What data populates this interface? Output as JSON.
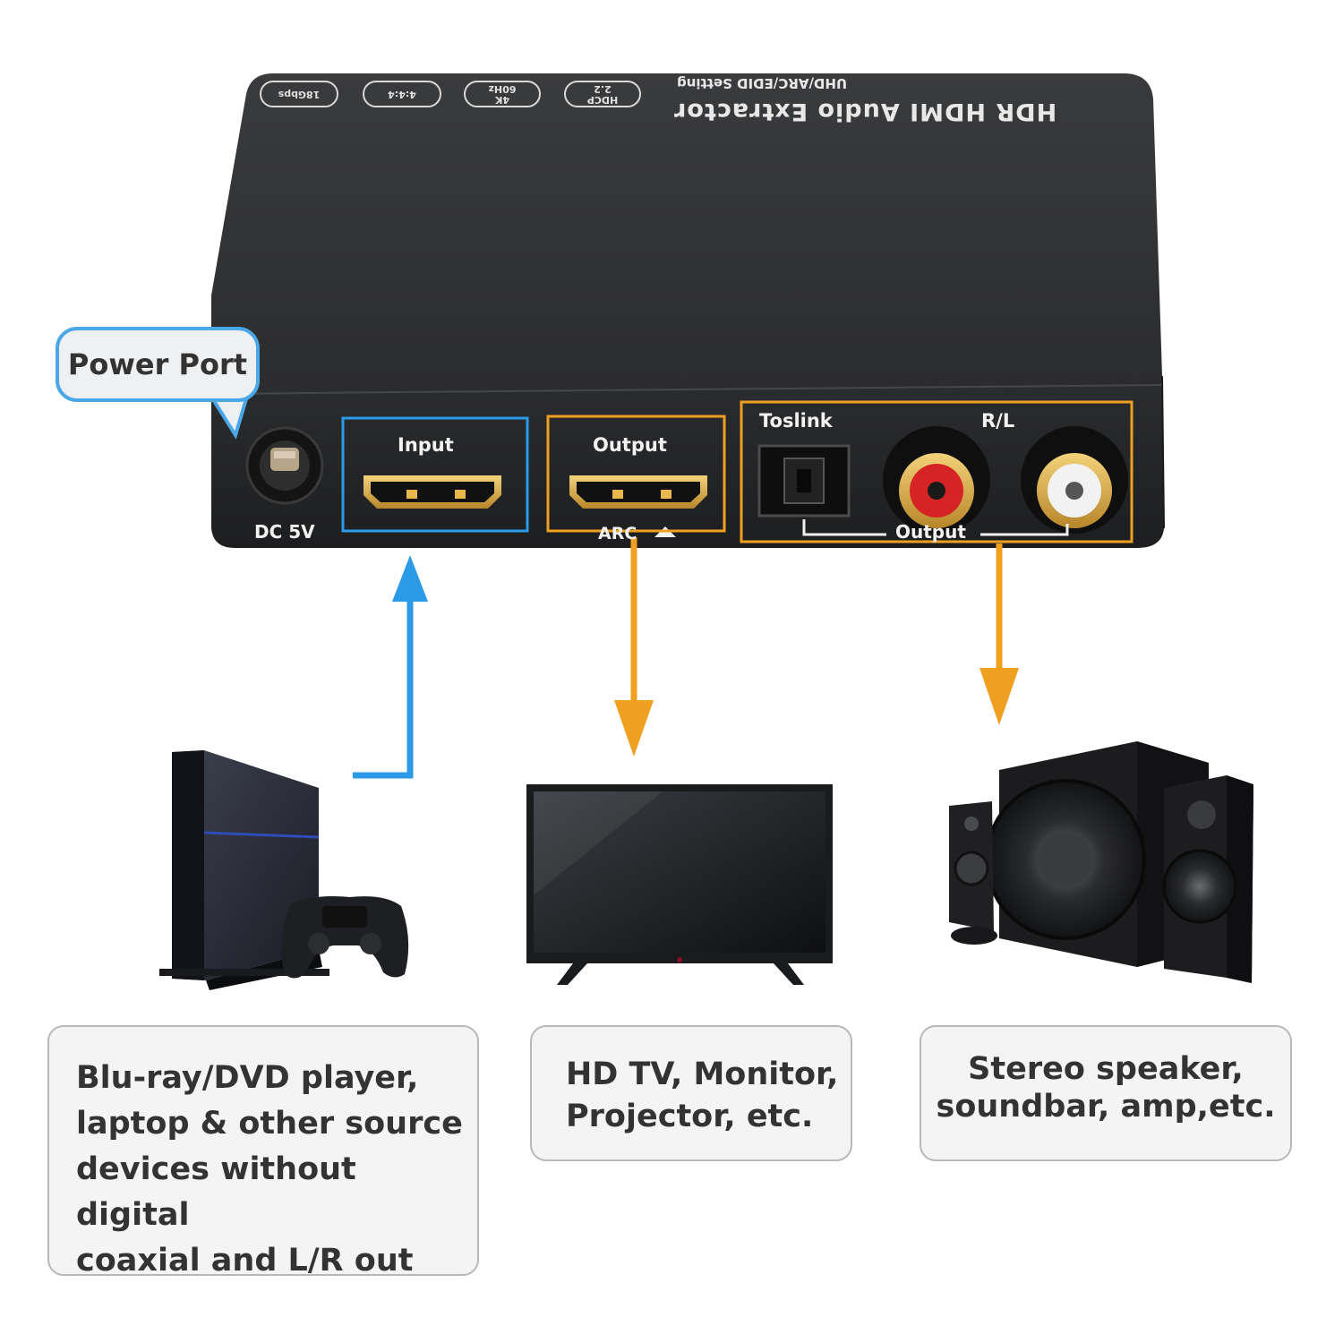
{
  "device": {
    "title": "HDR HDMI Audio Extractor",
    "subtitle": "UHD/ARC/EDID Setting",
    "badges": [
      {
        "line1": "HDCP",
        "line2": "2.2"
      },
      {
        "line1": "4K",
        "line2": "60Hz"
      },
      {
        "line1": "4:4:4",
        "line2": ""
      },
      {
        "line1": "18Gbps",
        "line2": ""
      }
    ],
    "ports": {
      "dc": "DC 5V",
      "input": "Input",
      "output": "Output",
      "arc": "ARC",
      "toslink": "Toslink",
      "rl": "R/L",
      "audio_output": "Output"
    }
  },
  "callout": {
    "label": "Power Port"
  },
  "captions": {
    "source": [
      "Blu-ray/DVD player,",
      "laptop & other source",
      "devices without digital",
      "coaxial and L/R out"
    ],
    "display": [
      "HD TV, Monitor,",
      "Projector, etc."
    ],
    "audio": [
      "Stereo speaker,",
      "soundbar, amp,etc."
    ]
  },
  "colors": {
    "input_highlight": "#2b9be8",
    "output_highlight": "#f0a020",
    "callout_border": "#4aa8e8"
  },
  "icons": [
    "ps4-console-icon",
    "gamepad-icon",
    "tv-icon",
    "speaker-system-icon"
  ]
}
